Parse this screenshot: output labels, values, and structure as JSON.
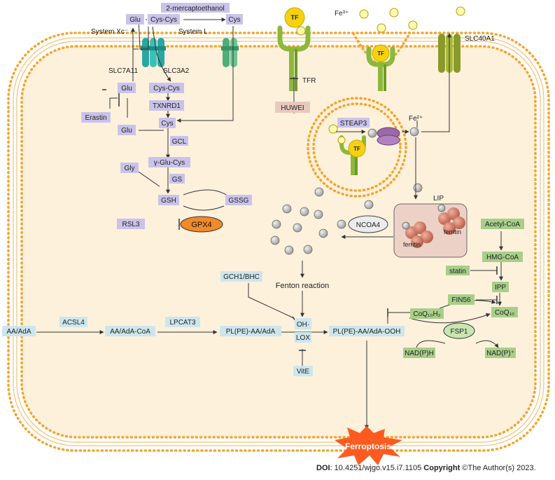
{
  "outside": {
    "glu": "Glu",
    "cys_cys": "Cys-Cys",
    "mercapto": "2-mercaptoethanol",
    "cys": "Cys",
    "system_xc": "System Xc⁻",
    "system_l": "System L",
    "tf": "TF",
    "fe3": "Fe³⁺",
    "slc40a1": "SLC40A1"
  },
  "membrane": {
    "slc7a11": "SLC7A11",
    "slc3a2": "SLC3A2",
    "tfr": "TFR",
    "huwei": "HUWEI"
  },
  "gsh_pathway": {
    "glu_in": "Glu",
    "cys_cys_in": "Cys-Cys",
    "txnrd1": "TXNRD1",
    "erastin": "Erastin",
    "glu_lower": "Glu",
    "cys_in": "Cys",
    "gcl": "GCL",
    "gly": "Gly",
    "gamma_glu_cys": "γ-Glu-Cys",
    "gs": "GS",
    "gsh": "GSH",
    "gssg": "GSSG",
    "rsl3": "RSL3",
    "gpx4": "GPX4"
  },
  "iron": {
    "steap3": "STEAP3",
    "tf_endo": "TF",
    "fe2": "Fe²⁺",
    "lip": "LIP",
    "ncoa4": "NCOA4",
    "ferritin_a": "ferritin",
    "ferritin_b": "ferritin",
    "fenton": "Fenton reaction",
    "gch1": "GCH1/BHC",
    "oh": "OH·"
  },
  "lipid": {
    "aa": "AA/AdA",
    "acsl4": "ACSL4",
    "aa_coa": "AA/AdA-CoA",
    "lpcat3": "LPCAT3",
    "pl_aa": "PL(PE)-AA/AdA",
    "pl_ooh": "PL(PE)-AA/AdA-OOH",
    "lox": "LOX",
    "vite": "VitE",
    "ferroptosis": "Ferroptosis"
  },
  "mevalonate": {
    "acetyl": "Acetyl-CoA",
    "hmg": "HMG-CoA",
    "statin": "statin",
    "ipp": "IPP",
    "fin56": "FIN56",
    "coq10": "CoQ₁₀",
    "coq10h2": "CoQ₁₀H₂",
    "fsp1": "FSP1",
    "nadph": "NAD(P)H",
    "nadp": "NAD(P)⁺"
  },
  "footer": {
    "doi_label": "DOI",
    "doi_value": ": 10.4251/wjgo.v15.i7.1105 ",
    "copyright_label": "Copyright",
    "copyright_value": " ©The Author(s) 2023."
  },
  "colors": {
    "cell_fill": "#fdf1dc",
    "membrane": "#f5a42a",
    "purple_box": "#c9c3ea",
    "blue_box": "#cde6ee",
    "green_box": "#a8cf8a",
    "pink_box": "#e8c9be",
    "gpx4": "#f08a2a",
    "ferroptosis": "#ff5a1f",
    "tf_yellow": "#f5d20f",
    "receptor_green": "#8cb83c"
  }
}
